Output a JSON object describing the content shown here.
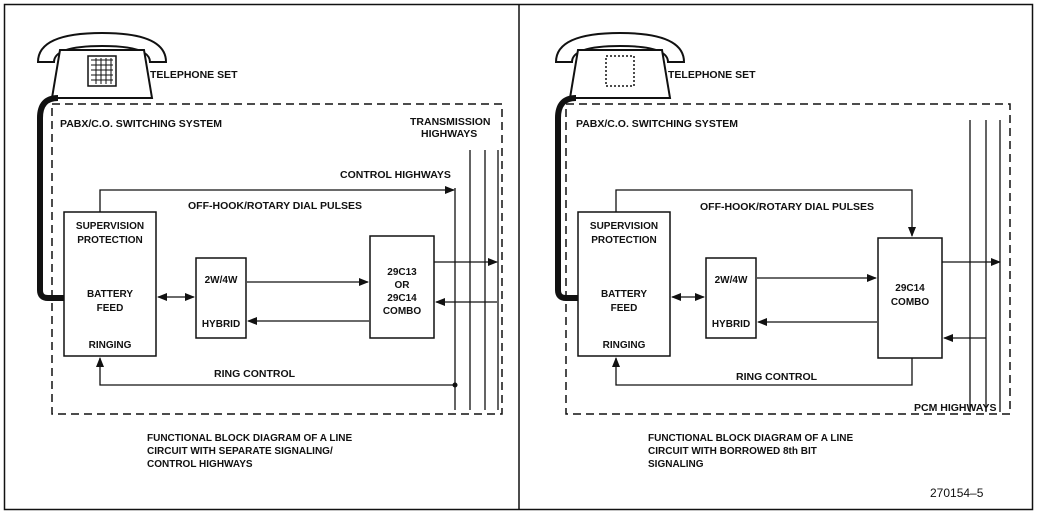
{
  "colors": {
    "ink": "#111111",
    "background": "#ffffff"
  },
  "figure_number": "270154–5",
  "left": {
    "phone_label": "TELEPHONE SET",
    "system_label": "PABX/C.O. SWITCHING SYSTEM",
    "transmission_label": [
      "TRANSMISSION",
      "HIGHWAYS"
    ],
    "control_highways_label": "CONTROL HIGHWAYS",
    "offhook_label": "OFF-HOOK/ROTARY DIAL PULSES",
    "supervision_box": [
      "SUPERVISION",
      "PROTECTION",
      "BATTERY",
      "FEED",
      "RINGING"
    ],
    "hybrid_box": [
      "2W/4W",
      "HYBRID"
    ],
    "combo_box": [
      "29C13",
      "OR",
      "29C14",
      "COMBO"
    ],
    "ring_control_label": "RING CONTROL",
    "caption": [
      "FUNCTIONAL BLOCK DIAGRAM OF A LINE",
      "CIRCUIT WITH SEPARATE SIGNALING/",
      "CONTROL HIGHWAYS"
    ]
  },
  "right": {
    "phone_label": "TELEPHONE SET",
    "system_label": "PABX/C.O. SWITCHING SYSTEM",
    "offhook_label": "OFF-HOOK/ROTARY DIAL PULSES",
    "supervision_box": [
      "SUPERVISION",
      "PROTECTION",
      "BATTERY",
      "FEED",
      "RINGING"
    ],
    "hybrid_box": [
      "2W/4W",
      "HYBRID"
    ],
    "combo_box": [
      "29C14",
      "COMBO"
    ],
    "ring_control_label": "RING CONTROL",
    "pcm_label": "PCM HIGHWAYS",
    "caption": [
      "FUNCTIONAL BLOCK DIAGRAM OF A LINE",
      "CIRCUIT WITH BORROWED 8th BIT",
      "SIGNALING"
    ]
  }
}
